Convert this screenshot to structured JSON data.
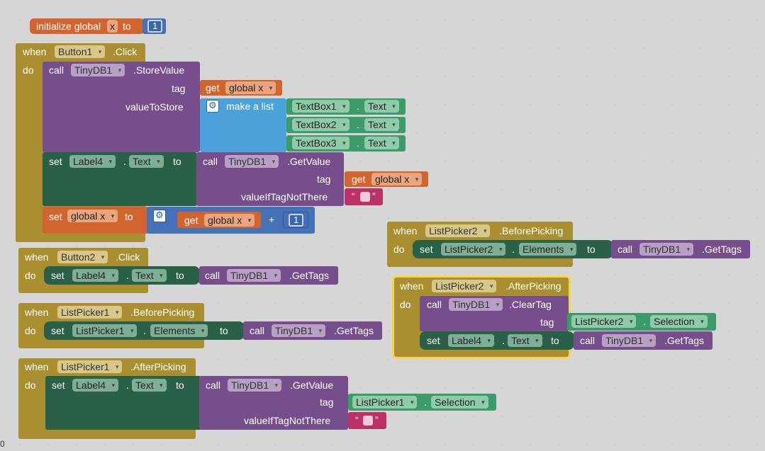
{
  "init_block": {
    "label": "initialize global",
    "var": "x",
    "to": "to",
    "value": "1"
  },
  "button1_click": {
    "when": "when",
    "component": "Button1",
    "event": ".Click",
    "do": "do",
    "store": {
      "call": "call",
      "component": "TinyDB1",
      "method": ".StoreValue",
      "tag_label": "tag",
      "get": "get",
      "get_var": "global x",
      "value_label": "valueToStore",
      "make_list": "make a list",
      "items": [
        {
          "component": "TextBox1",
          "dot": ".",
          "prop": "Text"
        },
        {
          "component": "TextBox2",
          "dot": ".",
          "prop": "Text"
        },
        {
          "component": "TextBox3",
          "dot": ".",
          "prop": "Text"
        }
      ]
    },
    "set_label": {
      "set": "set",
      "component": "Label4",
      "dot": ".",
      "prop": "Text",
      "to": "to",
      "call": "call",
      "db": "TinyDB1",
      "method": ".GetValue",
      "tag_label": "tag",
      "get": "get",
      "get_var": "global x",
      "notthere_label": "valueIfTagNotThere",
      "q_open": "“",
      "q_close": "”"
    },
    "set_global": {
      "set": "set",
      "var": "global x",
      "to": "to",
      "get": "get",
      "get_var": "global x",
      "op": "+",
      "num": "1"
    }
  },
  "button2_click": {
    "when": "when",
    "component": "Button2",
    "event": ".Click",
    "do": "do",
    "set": "set",
    "target": "Label4",
    "dot": ".",
    "prop": "Text",
    "to": "to",
    "call": "call",
    "db": "TinyDB1",
    "method": ".GetTags"
  },
  "lp1_before": {
    "when": "when",
    "component": "ListPicker1",
    "event": ".BeforePicking",
    "do": "do",
    "set": "set",
    "target": "ListPicker1",
    "dot": ".",
    "prop": "Elements",
    "to": "to",
    "call": "call",
    "db": "TinyDB1",
    "method": ".GetTags"
  },
  "lp1_after": {
    "when": "when",
    "component": "ListPicker1",
    "event": ".AfterPicking",
    "do": "do",
    "set": "set",
    "target": "Label4",
    "dot": ".",
    "prop": "Text",
    "to": "to",
    "call": "call",
    "db": "TinyDB1",
    "method": ".GetValue",
    "tag_label": "tag",
    "tag_comp": "ListPicker1",
    "tag_dot": ".",
    "tag_prop": "Selection",
    "notthere_label": "valueIfTagNotThere",
    "q_open": "“",
    "q_close": "”"
  },
  "lp2_before": {
    "when": "when",
    "component": "ListPicker2",
    "event": ".BeforePicking",
    "do": "do",
    "set": "set",
    "target": "ListPicker2",
    "dot": ".",
    "prop": "Elements",
    "to": "to",
    "call": "call",
    "db": "TinyDB1",
    "method": ".GetTags"
  },
  "lp2_after": {
    "when": "when",
    "component": "ListPicker2",
    "event": ".AfterPicking",
    "do": "do",
    "call": "call",
    "db": "TinyDB1",
    "method": ".ClearTag",
    "tag_label": "tag",
    "tag_comp": "ListPicker2",
    "tag_dot": ".",
    "tag_prop": "Selection",
    "set": "set",
    "target": "Label4",
    "dot": ".",
    "prop": "Text",
    "to": "to",
    "call2": "call",
    "db2": "TinyDB1",
    "method2": ".GetTags"
  },
  "corner_text": "0",
  "colors": {
    "event": "#a98f2f",
    "procedure": "#774e8c",
    "setter": "#2a6047",
    "variable": "#d2642d",
    "component_getter": "#3d9a6a",
    "list": "#4aa2d9",
    "math": "#4571b6",
    "text": "#bc3266",
    "selected": "#f7d44a"
  }
}
